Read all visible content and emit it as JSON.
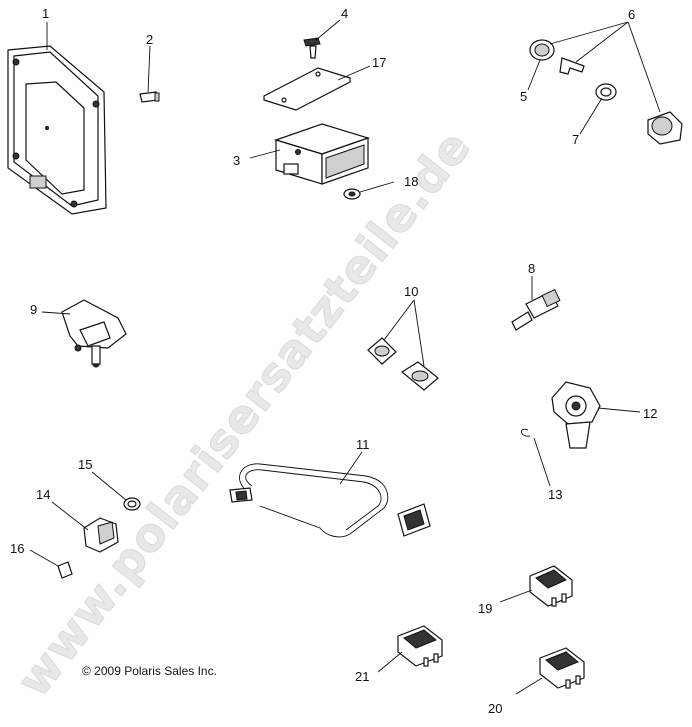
{
  "watermark": "www.polarisersatzteile.de",
  "copyright": "© 2009 Polaris Sales Inc.",
  "callouts": [
    "1",
    "2",
    "3",
    "4",
    "5",
    "6",
    "7",
    "8",
    "9",
    "10",
    "11",
    "12",
    "13",
    "14",
    "15",
    "16",
    "17",
    "18",
    "19",
    "20",
    "21"
  ]
}
